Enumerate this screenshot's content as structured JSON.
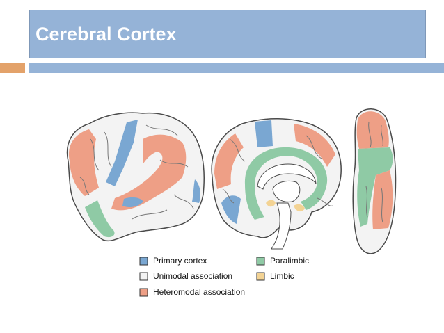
{
  "slide": {
    "title": "Cerebral Cortex"
  },
  "colors": {
    "title_bar": "#95b3d7",
    "accent": "#e3a26a",
    "primary": "#7aa7d2",
    "unimodal": "#f3f3f3",
    "heteromodal": "#ee9f86",
    "paralimbic": "#8fcaa5",
    "limbic": "#f3d394",
    "outline": "#4a4a4a",
    "gyri": "#777777"
  },
  "legend": {
    "primary": "Primary cortex",
    "unimodal": "Unimodal association",
    "heteromodal": "Heteromodal association",
    "paralimbic": "Paralimbic",
    "limbic": "Limbic"
  }
}
